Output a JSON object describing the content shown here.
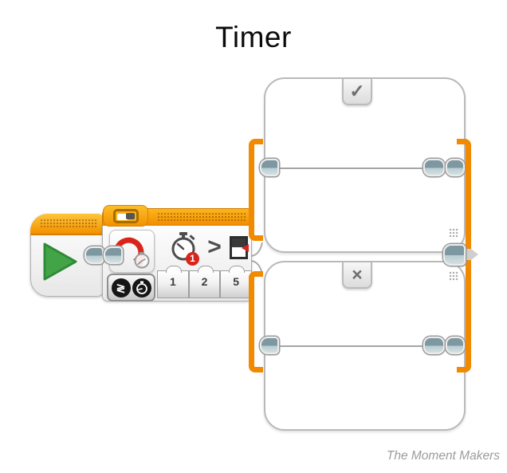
{
  "page": {
    "title": "Timer",
    "credit": "The Moment Makers"
  },
  "switch_block": {
    "mode": "timer-compare",
    "timer_badge": "1",
    "comparison_symbol": ">",
    "mode_compare_symbol": "≷",
    "params": [
      "1",
      "2",
      "5"
    ],
    "true_tab_symbol": "✓",
    "false_tab_symbol": "×"
  },
  "colors": {
    "ev3-orange": "#f18a00",
    "ev3-orange-light": "#fdc63a",
    "ev3-green": "#42a447",
    "ev3-red": "#d8251c",
    "plug-dark": "#7e98a2",
    "plug-light": "#c6d6da",
    "wire-gray": "#a5a5a5"
  }
}
